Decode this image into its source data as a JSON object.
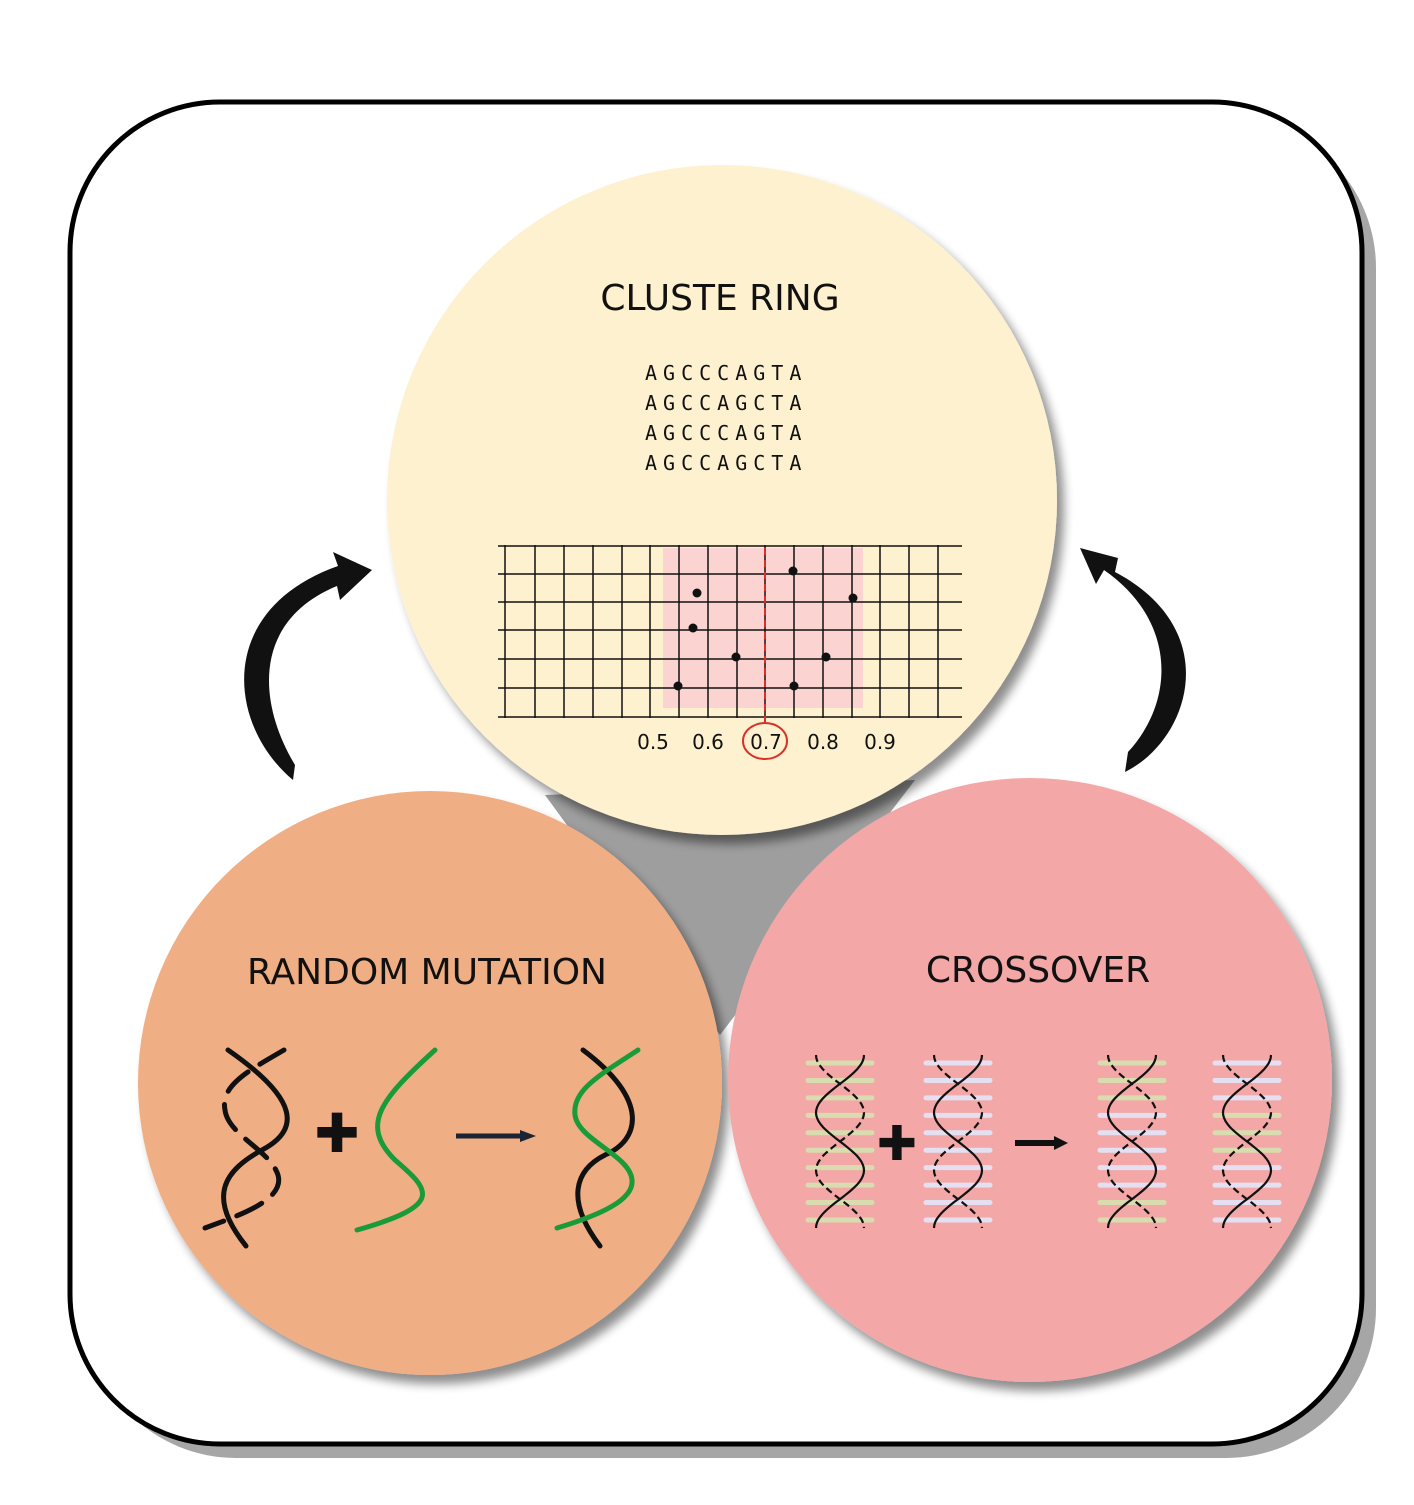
{
  "clustering": {
    "title": "CLUSTE RING",
    "sequences": [
      "AGCCCAGTA",
      "AGCCAGCTA",
      "AGCCCAGTA",
      "AGCCAGCTA"
    ],
    "x_ticks": [
      "0.5",
      "0.6",
      "0.7",
      "0.8",
      "0.9"
    ],
    "highlighted_tick": "0.7",
    "fill": "#fdf1cf",
    "highlight_fill": "#fbd3d1"
  },
  "mutation": {
    "title": "RANDOM MUTATION",
    "fill": "#f0ae84",
    "new_strand_color": "#1a9b3a"
  },
  "crossover": {
    "title": "CROSSOVER",
    "fill": "#f3a7a7",
    "rung_color_a": "#d9dcae",
    "rung_color_b": "#e4e0f2"
  },
  "icons": {
    "cycle": "curved-arrow-icon",
    "plus": "plus-icon",
    "result": "right-arrow-icon"
  }
}
